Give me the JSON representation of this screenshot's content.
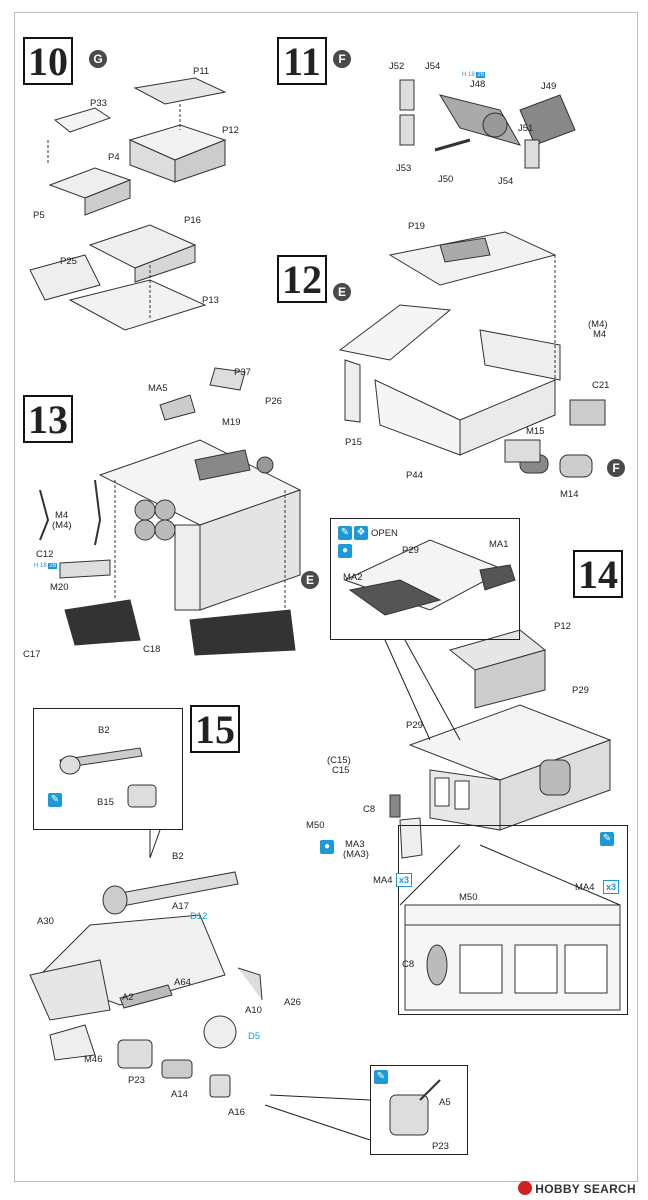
{
  "steps": {
    "s10": {
      "number": "10",
      "badge": "G",
      "parts": [
        "P11",
        "P33",
        "P12",
        "P4",
        "P5",
        "P16",
        "P25",
        "P13"
      ]
    },
    "s11": {
      "number": "11",
      "badge": "F",
      "ref": "H 18",
      "ref_num": "26",
      "parts": [
        "J52",
        "J54",
        "J48",
        "J49",
        "J51",
        "J53",
        "J50",
        "J54"
      ]
    },
    "s12": {
      "number": "12",
      "badge": "E",
      "badge2": "F",
      "parts": [
        "P19",
        "(M4)",
        "M4",
        "C21",
        "P15",
        "M15",
        "P44",
        "M14"
      ]
    },
    "s13": {
      "number": "13",
      "badge": "E",
      "ref": "H 18",
      "ref_num": "26",
      "parts": [
        "MA5",
        "P37",
        "P26",
        "M19",
        "M4",
        "(M4)",
        "C12",
        "M20",
        "C17",
        "C18"
      ]
    },
    "s14": {
      "number": "14",
      "open": "OPEN",
      "count": "3",
      "parts": [
        "P29",
        "MA1",
        "MA2",
        "P12",
        "P29",
        "P29",
        "(C15)",
        "C15",
        "C8",
        "M50",
        "MA3",
        "(MA3)",
        "MA4",
        "MA4",
        "M50",
        "C8"
      ]
    },
    "s15": {
      "number": "15",
      "parts": [
        "B2",
        "B15",
        "B2",
        "A17",
        "D12",
        "A30",
        "A64",
        "A2",
        "A10",
        "A26",
        "D5",
        "M46",
        "P23",
        "A14",
        "A16",
        "A5",
        "P23"
      ]
    }
  },
  "watermark": "HOBBY SEARCH",
  "colors": {
    "accent": "#1b9ad6",
    "badge": "#4a4a4a"
  }
}
